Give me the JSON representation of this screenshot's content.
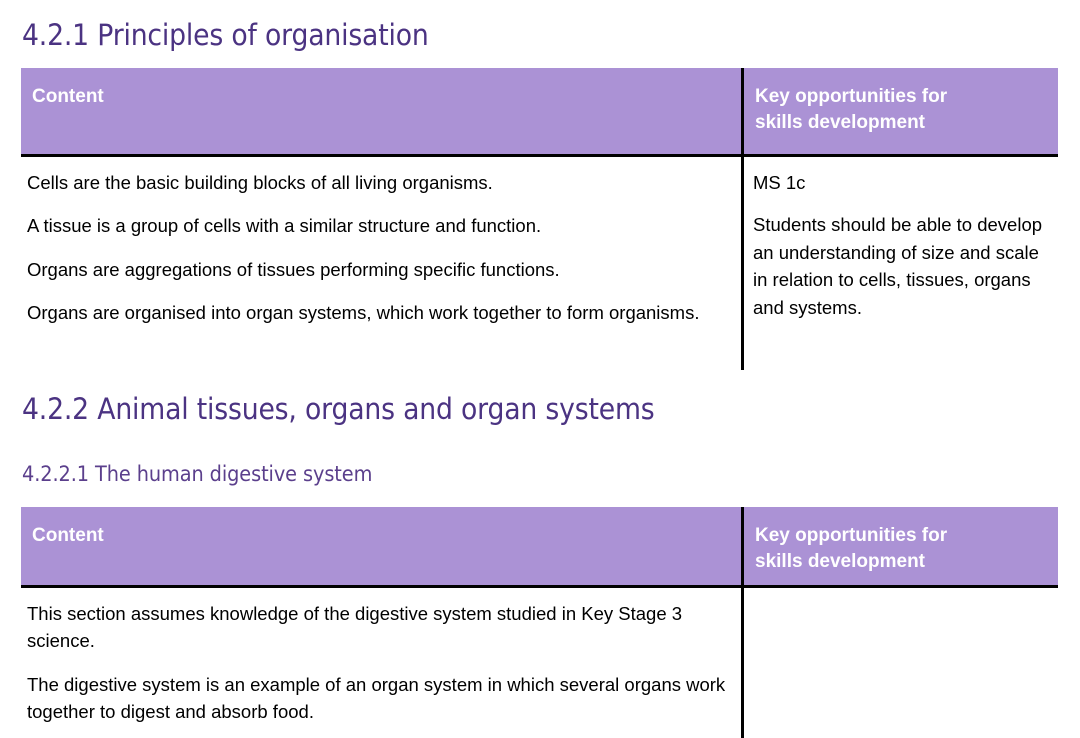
{
  "document": {
    "sections": [
      {
        "heading": "4.2.1 Principles of organisation",
        "heading_level": "major"
      },
      {
        "heading": "4.2.2 Animal tissues, organs and organ systems",
        "heading_level": "major"
      },
      {
        "heading": "4.2.2.1 The human digestive system",
        "heading_level": "minor"
      }
    ]
  },
  "colors": {
    "heading_purple": "#4b3382",
    "subheading_purple": "#5b3f8c",
    "table_header_fill": "#ab92d5",
    "table_header_text": "#ffffff",
    "rule": "#000000",
    "body_text": "#000000",
    "page_background": "#ffffff"
  },
  "table_one": {
    "headers": {
      "content": "Content",
      "skills": "Key opportunities for\nskills development"
    },
    "content_column": [
      "Cells are the basic building blocks of all living organisms.",
      "A tissue is a group of cells with a similar structure and function.",
      "Organs are aggregations of tissues performing specific functions.",
      "Organs are organised into organ systems, which work together to form organisms."
    ],
    "skills_column": [
      "MS 1c",
      "Students should be able to develop an understanding of size and scale in relation to cells, tissues, organs and systems."
    ]
  },
  "table_two": {
    "headers": {
      "content": "Content",
      "skills": "Key opportunities for\nskills development"
    },
    "content_column": [
      "This section assumes knowledge of the digestive system studied in Key Stage 3 science.",
      "The digestive system is an example of an organ system in which several organs work together to digest and absorb food."
    ],
    "skills_column": []
  }
}
